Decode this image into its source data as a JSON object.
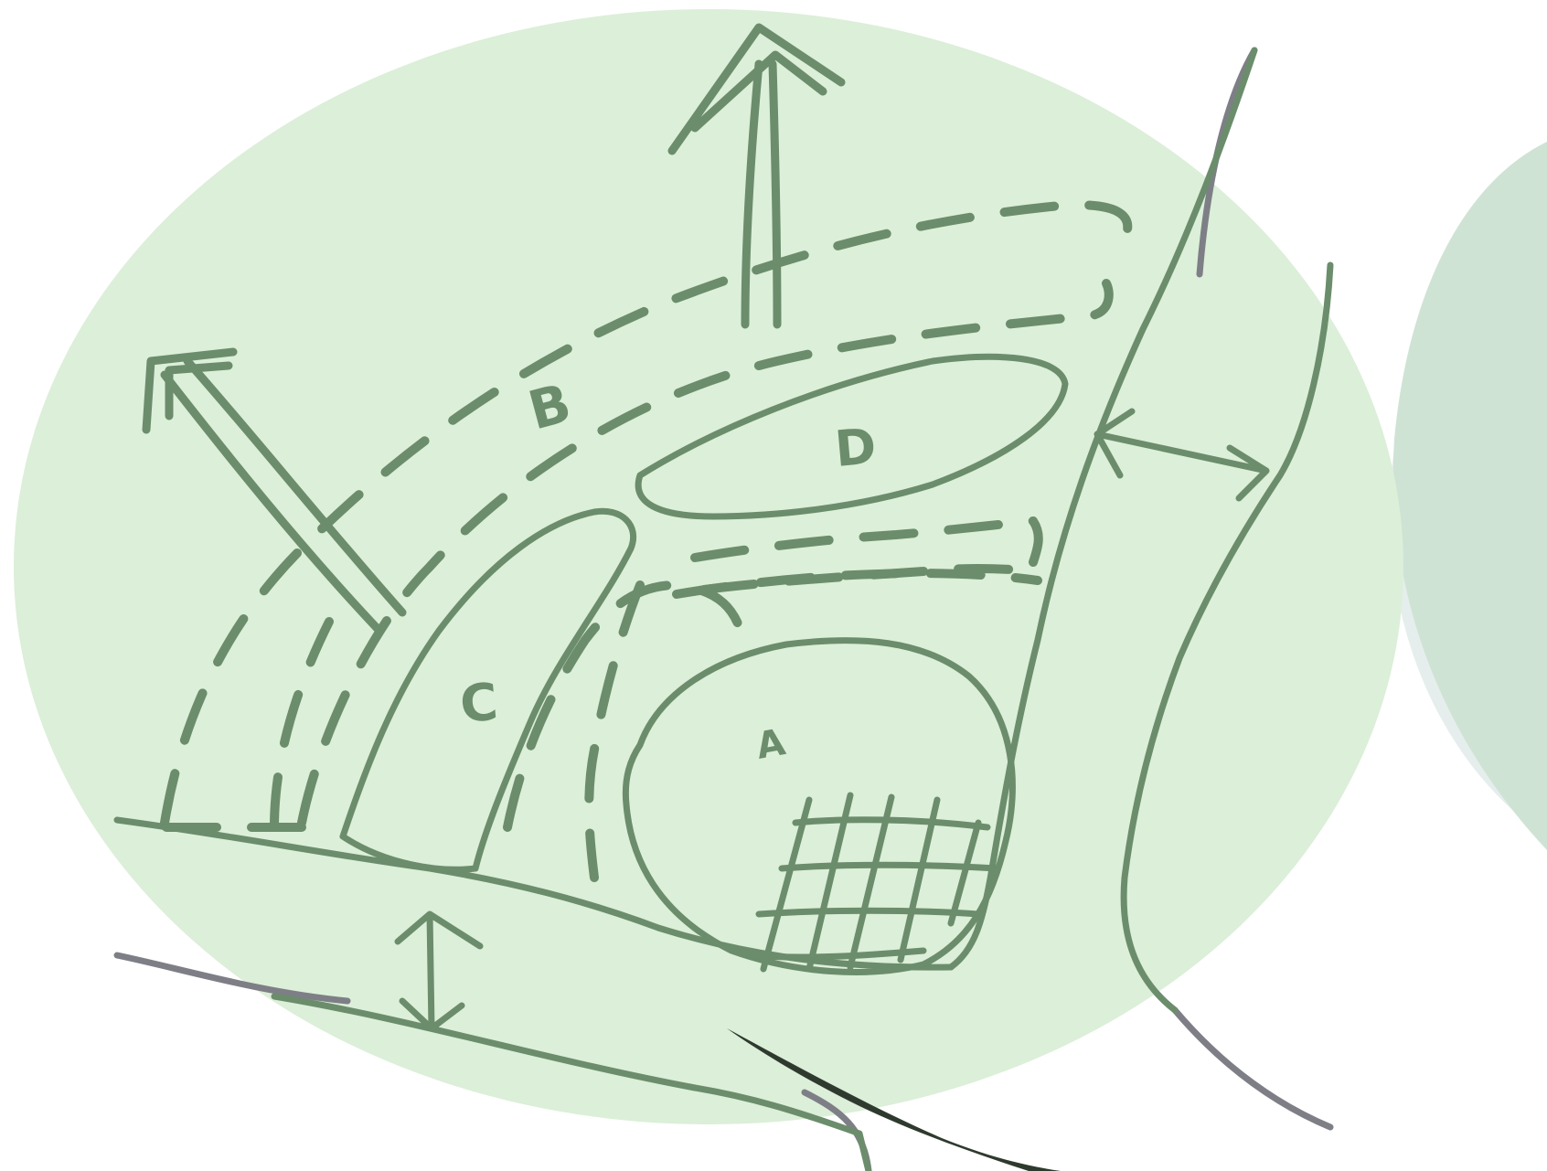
{
  "colors": {
    "background": "#ffffff",
    "site_bubble": "#dcefd9",
    "side_bubble_light": "#e5eeed",
    "side_bubble_overlap": "#cfe3d5",
    "ink_green": "#6b8d6c",
    "ink_grey": "#7e7f86",
    "ink_dark": "#2f3a2f"
  },
  "labels": {
    "zone_a": "A",
    "zone_b": "B",
    "zone_c": "C",
    "zone_d": "D"
  }
}
